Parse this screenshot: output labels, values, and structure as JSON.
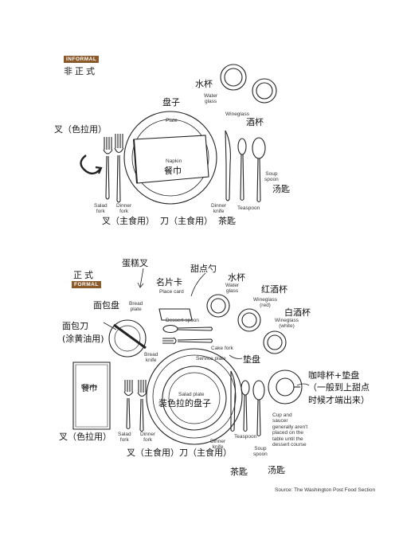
{
  "informal": {
    "badge": "INFORMAL",
    "zh_title": "非正式",
    "zh_water": "水杯",
    "en_water": "Water\nglass",
    "zh_plate": "盘子",
    "en_plate": "Plate",
    "zh_fork": "叉（色拉用）",
    "en_napkin": "Napkin",
    "zh_napkin": "餐巾",
    "en_wine": "Wineglass",
    "zh_wine": "酒杯",
    "en_soup": "Soup\nspoon",
    "zh_soup": "汤匙",
    "en_salad_fork": "Salad\nfork",
    "en_dinner_fork": "Dinner\nfork",
    "en_dinner_knife": "Dinner\nknife",
    "en_teaspoon": "Teaspoon",
    "zh_bottom": "叉（主食用）  刀（主食用）  茶匙"
  },
  "formal": {
    "badge": "FORMAL",
    "zh_title": "正式",
    "zh_cake_fork": "蛋糕叉",
    "zh_dessert_spoon": "甜点勺",
    "zh_place_card": "名片卡",
    "en_place_card": "Place card",
    "zh_water": "水杯",
    "en_water": "Water\nglass",
    "zh_red": "红酒杯",
    "en_red": "Wineglass\n(red)",
    "zh_white": "白酒杯",
    "en_white": "Wineglass\n(white)",
    "zh_bread_plate": "面包盘",
    "en_bread_plate": "Bread\nplate",
    "zh_bread_knife": "面包刀\n(涂黄油用)",
    "en_bread_knife": "Bread\nknife",
    "en_dessert_spoon": "Dessert spoon",
    "en_cake_fork": "Cake fork",
    "en_service_plate": "Service plate",
    "zh_service_plate": "垫盘",
    "zh_coffee": "咖啡杯+垫盘\n（一般到上甜点\n时候才端出来）",
    "en_napkin": "Napkin",
    "zh_napkin": "餐巾",
    "en_salad_plate": "Salad plate",
    "zh_salad_plate": "装色拉的盘子",
    "en_cup": "Cup and\nsaucer\ngenerally aren't\nplaced on the\ntable until the\ndessert course",
    "zh_salad_fork_label": "叉（色拉用）",
    "en_salad_fork": "Salad\nfork",
    "en_dinner_fork": "Dinner\nfork",
    "en_dinner_knife": "Dinner\nknife",
    "en_teaspoon": "Teaspoon",
    "en_soup": "Soup\nspoon",
    "zh_bottom": "叉（主食用）刀（主食用）",
    "zh_teaspoon": "茶匙",
    "zh_soup": "汤匙"
  },
  "source": "Source: The Washington Post Food Section"
}
